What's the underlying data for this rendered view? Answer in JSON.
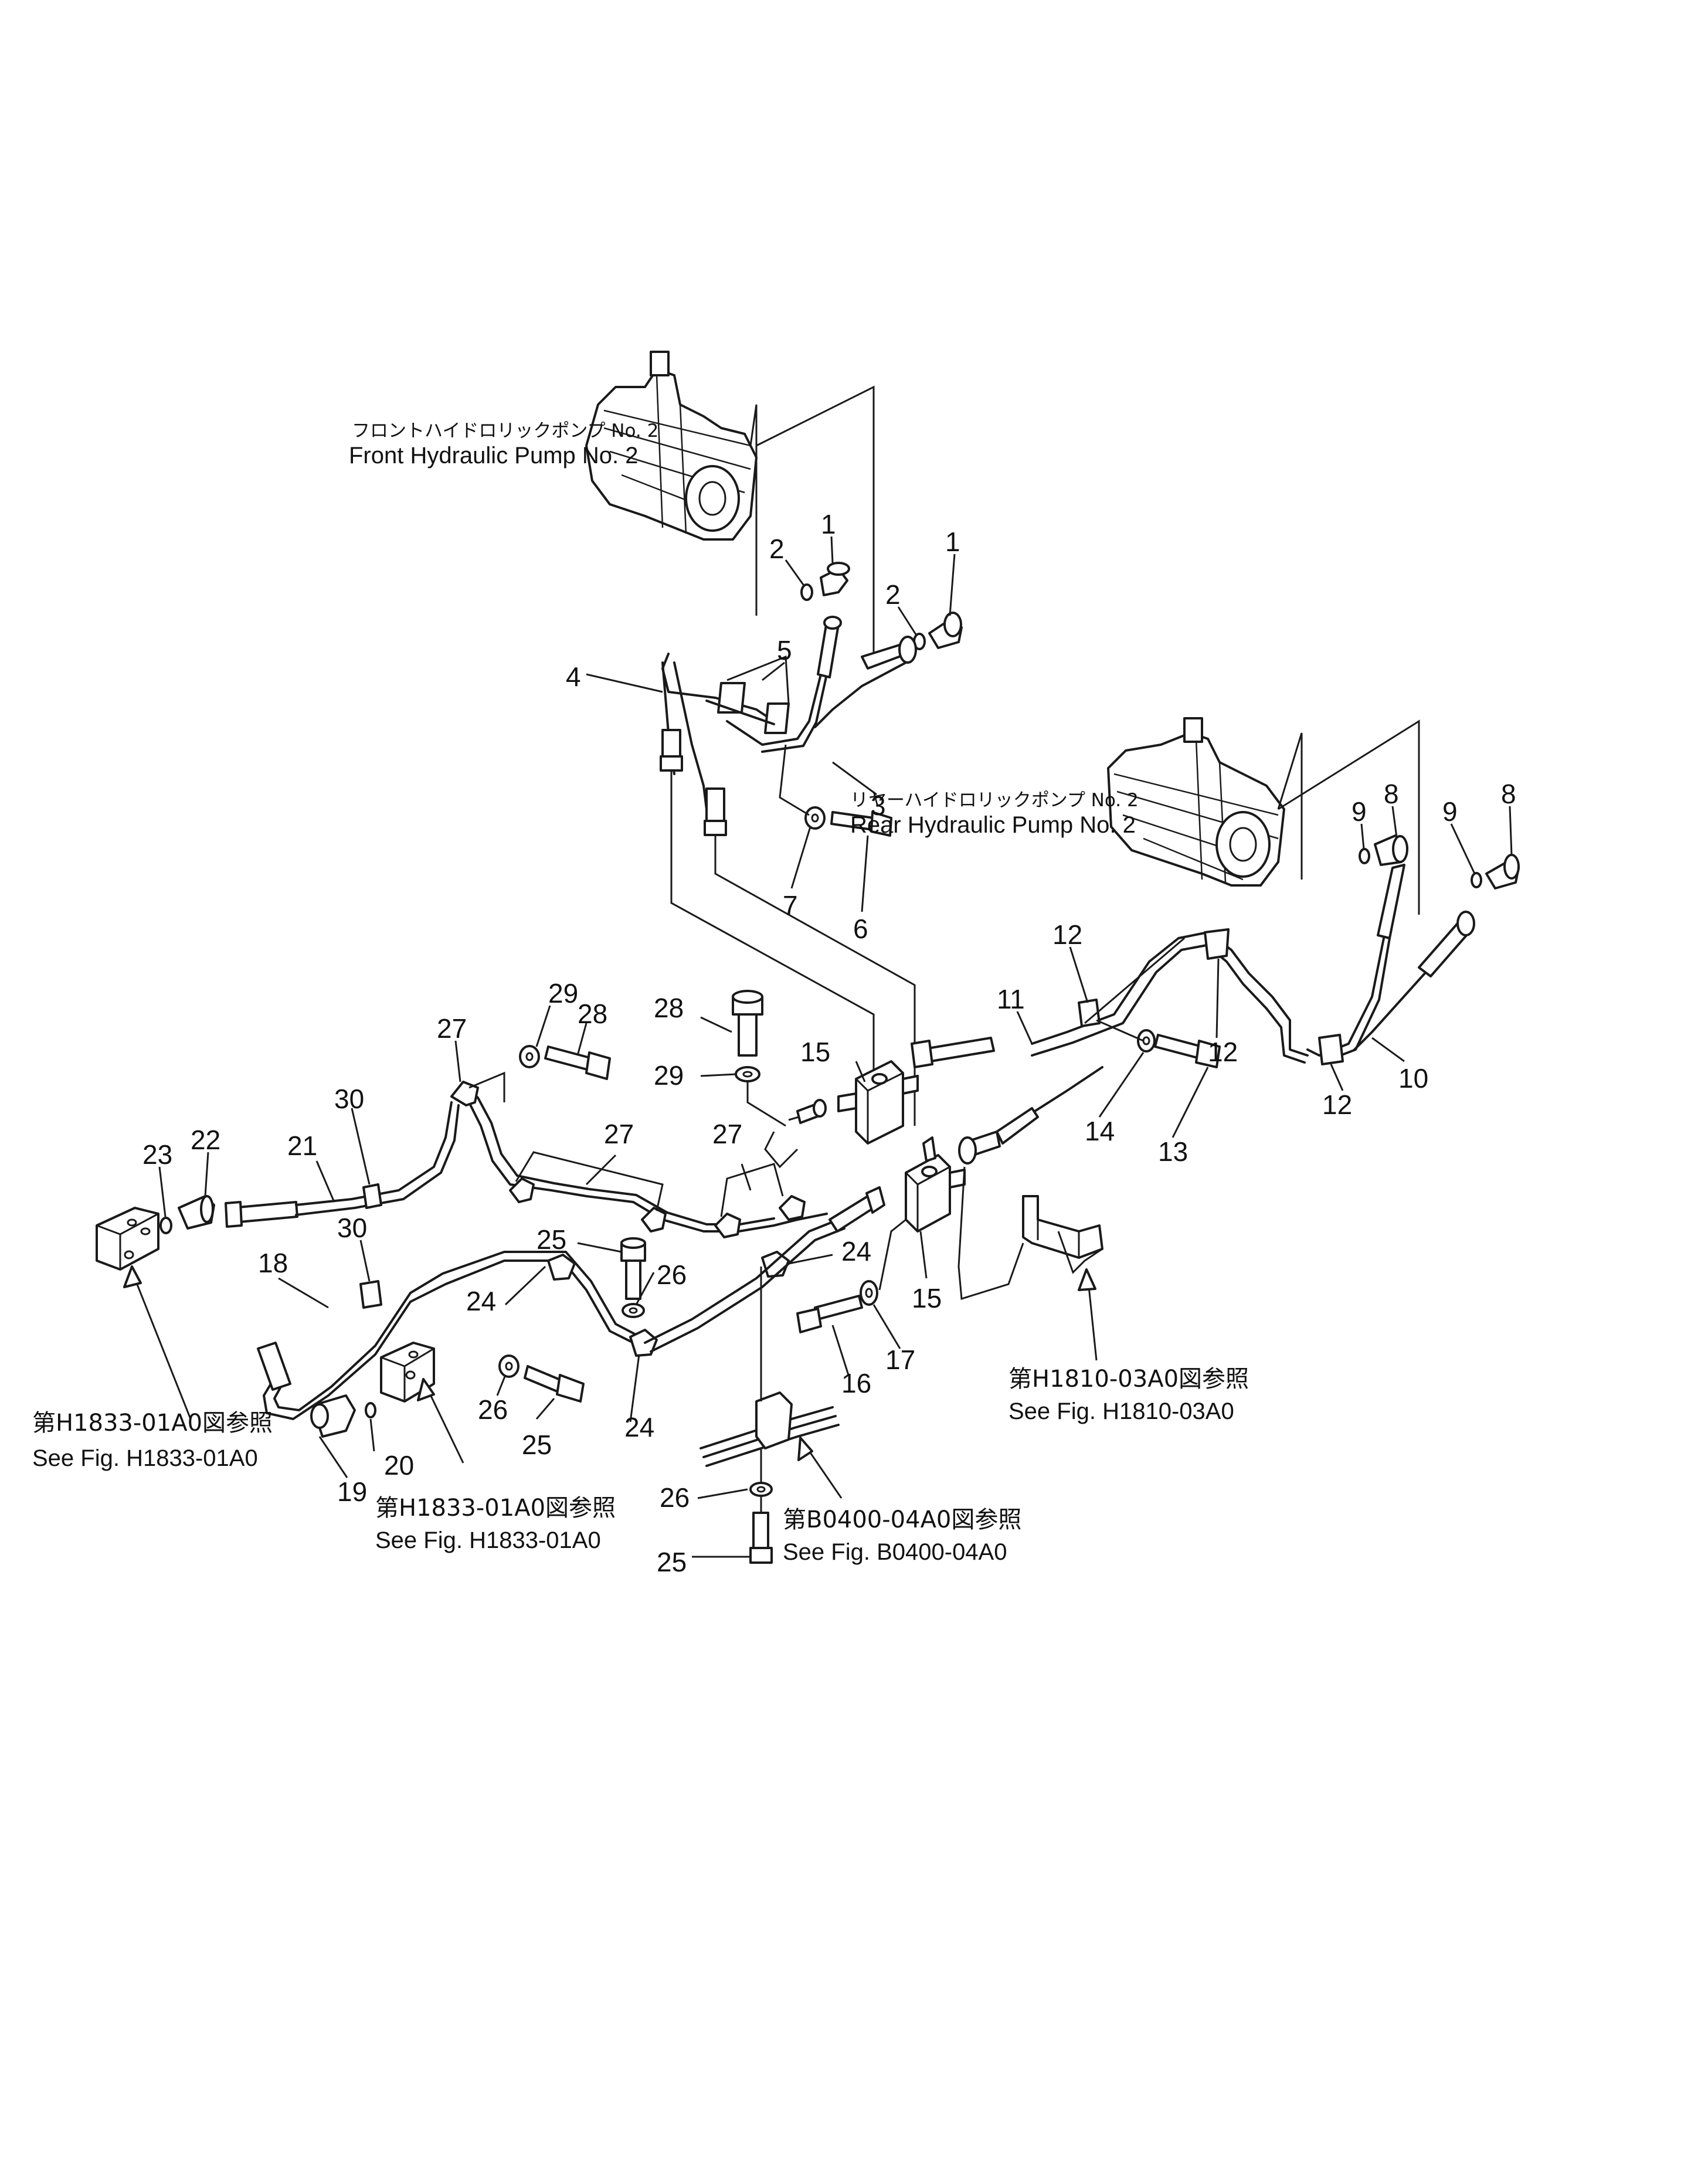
{
  "labels": {
    "front_pump_jp": "フロントハイドロリックポンプ No. 2",
    "front_pump_en": "Front Hydraulic Pump No. 2",
    "rear_pump_jp": "リヤーハイドロリックポンプ No. 2",
    "rear_pump_en": "Rear Hydraulic Pump No. 2"
  },
  "references": {
    "ref_left_jp": "第H1833-01A0図参照",
    "ref_left_en": "See Fig. H1833-01A0",
    "ref_center_jp": "第H1833-01A0図参照",
    "ref_center_en": "See Fig. H1833-01A0",
    "ref_bottom_jp": "第B0400-04A0図参照",
    "ref_bottom_en": "See Fig. B0400-04A0",
    "ref_right_jp": "第H1810-03A0図参照",
    "ref_right_en": "See Fig. H1810-03A0"
  },
  "callouts": {
    "c1a": "1",
    "c2a": "2",
    "c1b": "1",
    "c2b": "2",
    "c5": "5",
    "c4": "4",
    "c3": "3",
    "c7": "7",
    "c6": "6",
    "c8a": "8",
    "c9a": "9",
    "c9b": "9",
    "c8b": "8",
    "c12a": "12",
    "c11": "11",
    "c12b": "12",
    "c12c": "12",
    "c10": "10",
    "c14": "14",
    "c13": "13",
    "c29a": "29",
    "c28a": "28",
    "c28b": "28",
    "c29b": "29",
    "c27a": "27",
    "c27b": "27",
    "c27c": "27",
    "c15a": "15",
    "c15b": "15",
    "c30a": "30",
    "c21": "21",
    "c22": "22",
    "c23": "23",
    "c30b": "30",
    "c18": "18",
    "c25a": "25",
    "c26a": "26",
    "c24a": "24",
    "c24b": "24",
    "c24c": "24",
    "c16": "16",
    "c17": "17",
    "c26b": "26",
    "c25b": "25",
    "c19": "19",
    "c20": "20",
    "c26c": "26",
    "c25c": "25"
  }
}
